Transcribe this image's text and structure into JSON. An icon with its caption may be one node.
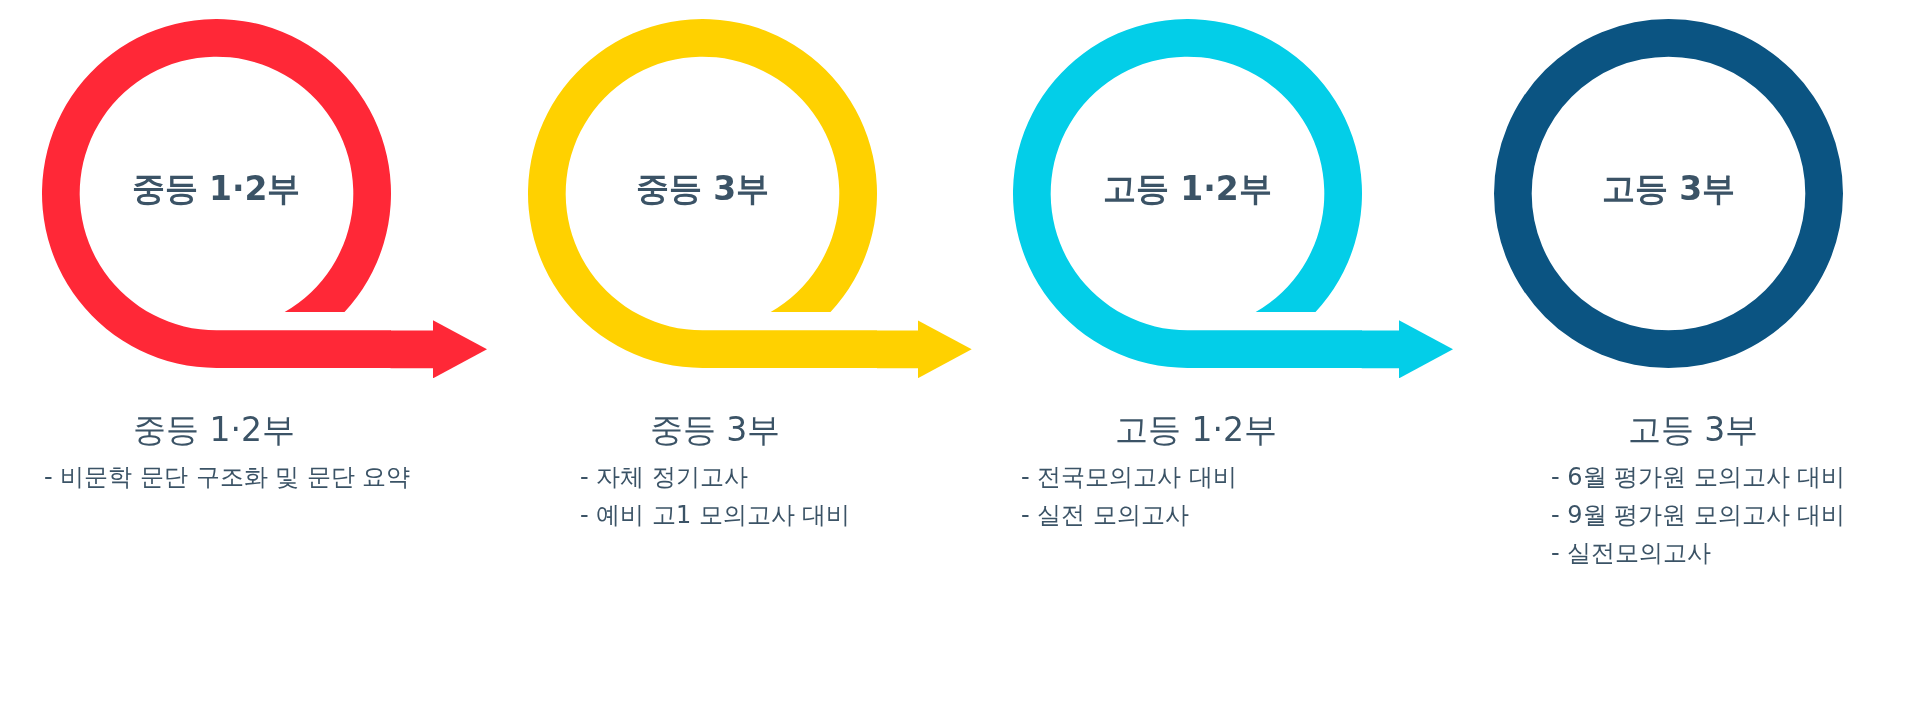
{
  "diagram": {
    "nodes": [
      {
        "text": [
          "중등 1·2부"
        ],
        "beside": [
          "중등 1·2부",
          "- 비문학 문단 구조화 및 문단 요약"
        ]
      },
      {
        "text": [
          "중등 3부"
        ],
        "beside": [
          "중등 3부",
          "- 자체 정기고사",
          "- 예비 고1 모의고사 대비"
        ]
      },
      {
        "text": [
          "고등 1·2부"
        ],
        "beside": [
          "고등 1·2부",
          "- 전국모의고사 대비",
          "- 실전 모의고사"
        ]
      },
      {
        "text": [
          "고등 3부"
        ],
        "beside": [
          "고등 3부",
          "- 6월 평가원 모의고사 대비",
          "- 9월 평가원 모의고사 대비",
          "- 실전모의고사"
        ]
      }
    ],
    "edges": [
      {
        "from": 0,
        "to": 1,
        "arrow": "to",
        "color": "#ff2837"
      },
      {
        "from": 1,
        "to": 2,
        "arrow": "to",
        "color": "#ffd100"
      },
      {
        "from": 2,
        "to": 3,
        "arrow": "to",
        "color": "#03cee8"
      }
    ]
  }
}
